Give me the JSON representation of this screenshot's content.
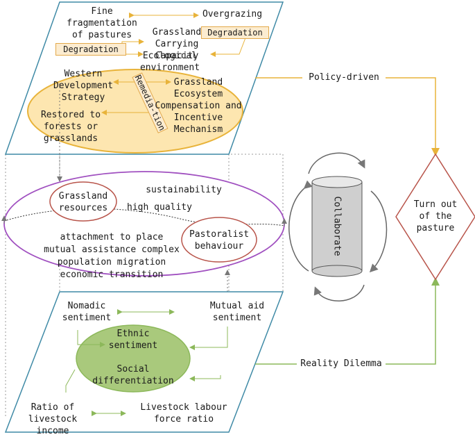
{
  "top_panel": {
    "fine_fragmentation": "Fine\nfragmentation\nof pastures",
    "degradation_left": "Degradation",
    "overgrazing": "Overgrazing",
    "degradation_right": "Degradation",
    "grassland_carrying": "Grassland\nCarrying Capacity",
    "ecological_env": "Ecological\nenvironment",
    "western_dev": "Western\nDevelopment\nStrategy",
    "remediation": "Remedia-tion",
    "grassland_ecosystem": "Grassland\nEcosystem\nCompensation and\nIncentive\nMechanism",
    "restored": "Restored to\nforests or\ngrasslands"
  },
  "middle_panel": {
    "grassland_resources": "Grassland\nresources",
    "sustainability": "sustainability",
    "high_quality": "high quality",
    "attachment": "attachment to place\nmutual assistance complex\npopulation migration\neconomic transition",
    "pastoralist": "Pastoralist\nbehaviour"
  },
  "bottom_panel": {
    "nomadic": "Nomadic\nsentiment",
    "mutual_aid": "Mutual aid\nsentiment",
    "ethnic": "Ethnic\nsentiment",
    "social_diff": "Social\ndifferentiation",
    "ratio_income": "Ratio of\nlivestock income",
    "labour_ratio": "Livestock labour\nforce ratio"
  },
  "right_side": {
    "policy_driven": "Policy-driven",
    "reality_dilemma": "Reality Dilemma",
    "collaborate": "Collaborate",
    "turn_out": "Turn out\nof the\npasture"
  },
  "colors": {
    "panel_edge": "#3f8aa6",
    "orange": "#e8b33a",
    "orange_fill": "#fde6b0",
    "green": "#8cb85a",
    "green_fill": "#a9c97c",
    "purple": "#a050c0",
    "red": "#b8544a",
    "gray": "#888888"
  }
}
